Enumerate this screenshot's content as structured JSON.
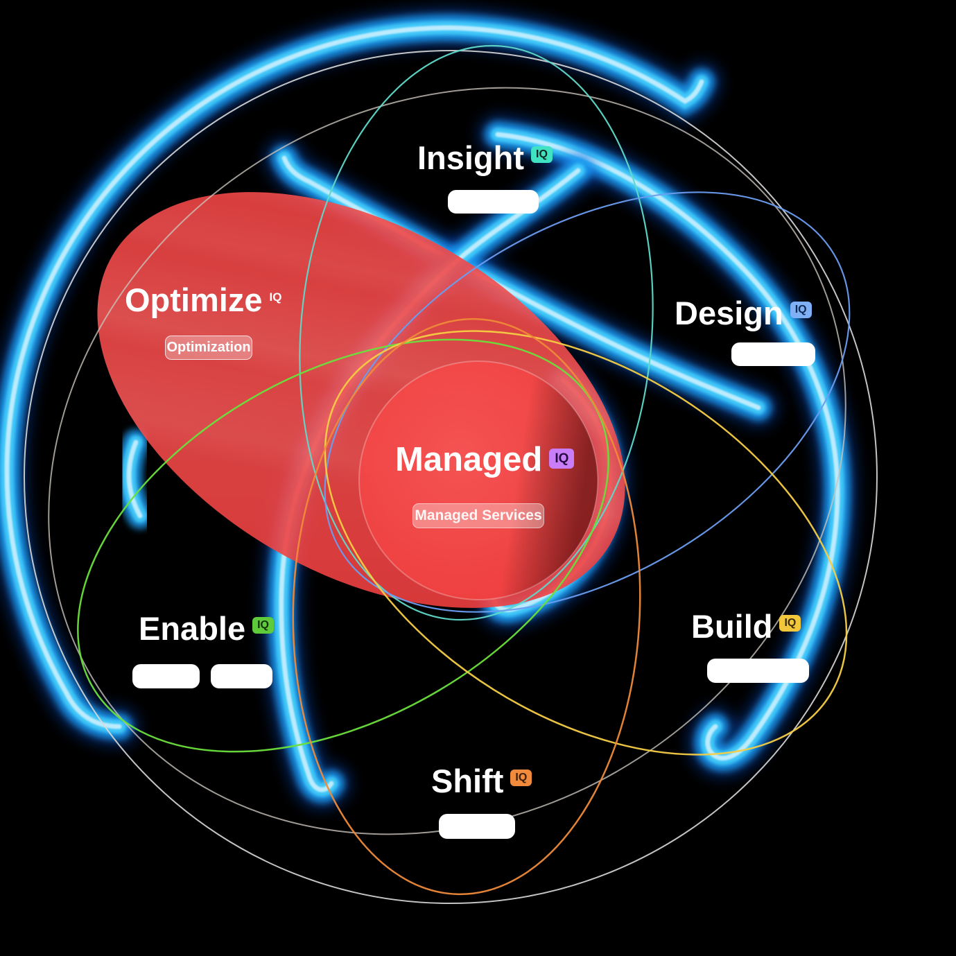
{
  "scene": {
    "background": "#000000"
  },
  "labels": {
    "insight": {
      "text": "Insight",
      "badge": "IQ",
      "badge_bg": "#3fe3c2",
      "badge_fg": "#0a2620"
    },
    "design": {
      "text": "Design",
      "badge": "IQ",
      "badge_bg": "#7fb0f5",
      "badge_fg": "#0e2a52"
    },
    "optimize": {
      "text": "Optimize",
      "badge": "IQ",
      "badge_bg": "transparent",
      "badge_fg": "#ffffff",
      "tag": "Optimization"
    },
    "managed": {
      "text": "Managed",
      "badge": "IQ",
      "badge_bg": "#c97ef8",
      "badge_fg": "#250a3f",
      "tag": "Managed Services"
    },
    "enable": {
      "text": "Enable",
      "badge": "IQ",
      "badge_bg": "#5ecb3a",
      "badge_fg": "#123107"
    },
    "build": {
      "text": "Build",
      "badge": "IQ",
      "badge_bg": "#f2c73b",
      "badge_fg": "#3a2c06"
    },
    "shift": {
      "text": "Shift",
      "badge": "IQ",
      "badge_bg": "#f08a3c",
      "badge_fg": "#3c1e05"
    }
  },
  "diagram": {
    "glow_color": "#2ab1f5",
    "petal_colors": {
      "insight": "#5fd9c9",
      "design": "#6a9df0",
      "enable": "#6ae03c",
      "build": "#f5ce44",
      "shift": "#ef8a3a",
      "outer_circle": "#d9d9d9",
      "grey_petal": "#c9c2ba"
    },
    "fill_colors": {
      "optimize_ellipse": "#f04141",
      "managed_circle": "#f04141"
    }
  }
}
